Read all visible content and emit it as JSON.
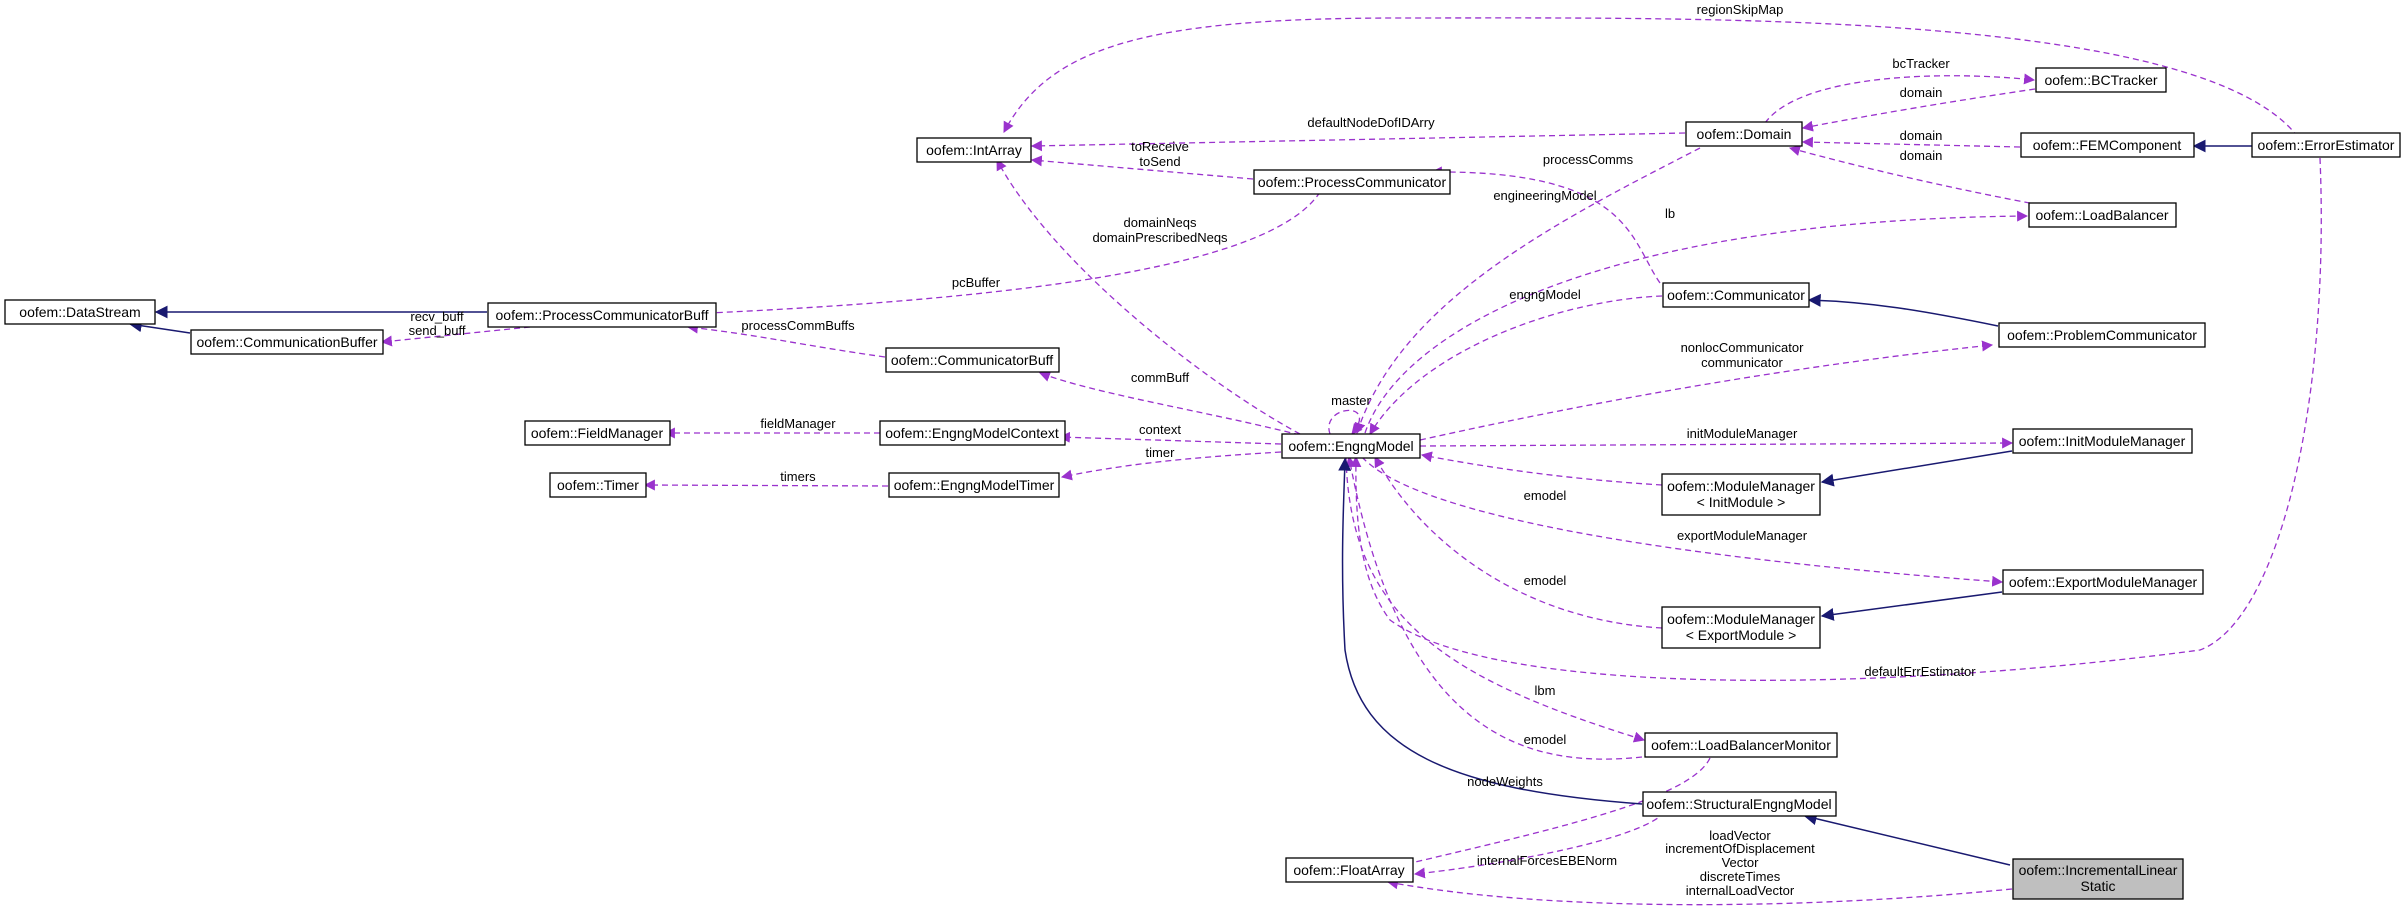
{
  "nodes": {
    "intarray": "oofem::IntArray",
    "domain": "oofem::Domain",
    "bctracker": "oofem::BCTracker",
    "femcomponent": "oofem::FEMComponent",
    "errorestimator": "oofem::ErrorEstimator",
    "processcommunicator": "oofem::ProcessCommunicator",
    "loadbalancer": "oofem::LoadBalancer",
    "datastream": "oofem::DataStream",
    "processcommunicatorbuff": "oofem::ProcessCommunicatorBuff",
    "communicationbuffer": "oofem::CommunicationBuffer",
    "communicator": "oofem::Communicator",
    "problemcommunicator": "oofem::ProblemCommunicator",
    "communicatorbuff": "oofem::CommunicatorBuff",
    "fieldmanager": "oofem::FieldManager",
    "engngmodelcontext": "oofem::EngngModelContext",
    "engngmodel": "oofem::EngngModel",
    "initmodulemanager": "oofem::InitModuleManager",
    "timer": "oofem::Timer",
    "engngmodeltimer": "oofem::EngngModelTimer",
    "modulemanager_init": [
      "oofem::ModuleManager",
      "< InitModule >"
    ],
    "exportmodulemanager": "oofem::ExportModuleManager",
    "modulemanager_export": [
      "oofem::ModuleManager",
      "< ExportModule >"
    ],
    "loadbalancermonitor": "oofem::LoadBalancerMonitor",
    "structuralengngmodel": "oofem::StructuralEngngModel",
    "floatarray": "oofem::FloatArray",
    "incrementallinearstatic": [
      "oofem::IncrementalLinear",
      "Static"
    ]
  },
  "labels": {
    "regionSkipMap": "regionSkipMap",
    "bcTracker": "bcTracker",
    "domain1": "domain",
    "domain2": "domain",
    "domain3": "domain",
    "defaultNodeDofIDArry": "defaultNodeDofIDArry",
    "toReceive": "toReceive",
    "toSend": "toSend",
    "processComms": "processComms",
    "engineeringModel": "engineeringModel",
    "lb": "lb",
    "domainNeqs": "domainNeqs",
    "domainPrescribedNeqs": "domainPrescribedNeqs",
    "pcBuffer": "pcBuffer",
    "engngModel": "engngModel",
    "recv_buff": "recv_buff",
    "send_buff": "send_buff",
    "processCommBuffs": "processCommBuffs",
    "nonlocCommunicator": "nonlocCommunicator",
    "communicator": "communicator",
    "commBuff": "commBuff",
    "master": "master",
    "fieldManager": "fieldManager",
    "context": "context",
    "initModuleManager": "initModuleManager",
    "timer": "timer",
    "timers": "timers",
    "emodel1": "emodel",
    "exportModuleManager": "exportModuleManager",
    "emodel2": "emodel",
    "defaultErrEstimator": "defaultErrEstimator",
    "lbm": "lbm",
    "emodel3": "emodel",
    "nodeWeights": "nodeWeights",
    "loadVector": "loadVector",
    "incrementOfDisplacement": "incrementOfDisplacement",
    "vector": "Vector",
    "internalForcesEBENorm": "internalForcesEBENorm",
    "discreteTimes": "discreteTimes",
    "internalLoadVector": "internalLoadVector"
  },
  "colors": {
    "usage_edge": "#9a32cd",
    "inheritance_edge": "#191970",
    "highlight_fill": "#bfbfbf"
  }
}
